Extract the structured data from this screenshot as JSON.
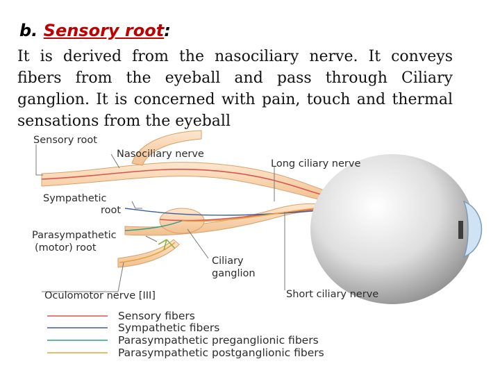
{
  "heading": {
    "prefix": "b. ",
    "highlight": "Sensory root",
    "suffix": ":"
  },
  "paragraph": "It is derived from the nasociliary nerve. It conveys fibers from the eyeball and pass through Ciliary ganglion. It is concerned with pain, touch and thermal sensations from the eyeball",
  "diagram": {
    "labels": {
      "sensory_root": "Sensory root",
      "nasociliary_nerve": "Nasociliary nerve",
      "long_ciliary_nerve": "Long ciliary nerve",
      "sympathetic_root_1": "Sympathetic",
      "sympathetic_root_2": "root",
      "parasympathetic_root_1": "Parasympathetic",
      "parasympathetic_root_2": "(motor) root",
      "ciliary_ganglion_1": "Ciliary",
      "ciliary_ganglion_2": "ganglion",
      "oculomotor_nerve": "Oculomotor nerve [III]",
      "short_ciliary_nerve": "Short ciliary nerve"
    },
    "legend": [
      {
        "label": "Sensory fibers",
        "color": "#d9534f"
      },
      {
        "label": "Sympathetic fibers",
        "color": "#3a5f9f"
      },
      {
        "label": "Parasympathetic preganglionic fibers",
        "color": "#2e9d8a"
      },
      {
        "label": "Parasympathetic postganglionic fibers",
        "color": "#e6a23c"
      }
    ]
  }
}
